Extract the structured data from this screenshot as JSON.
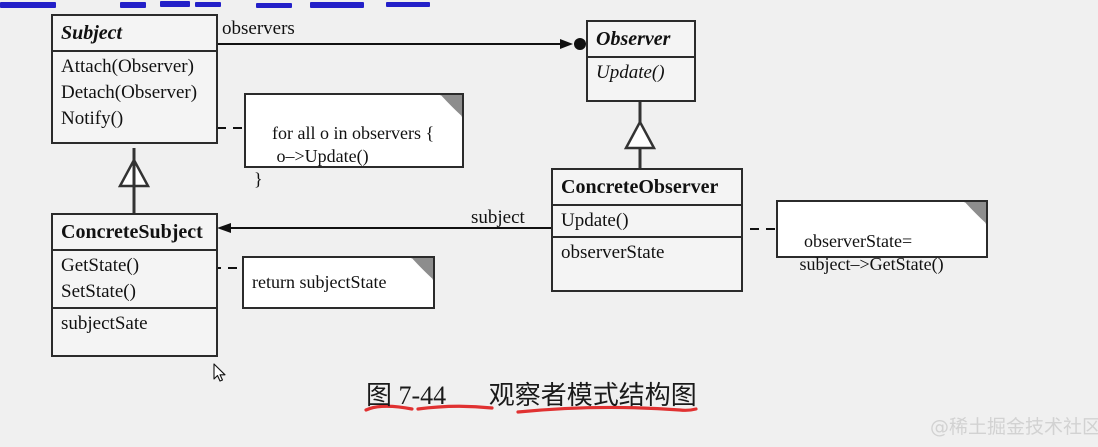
{
  "diagram": {
    "caption_number": "图 7-44",
    "caption_text": "观察者模式结构图",
    "watermark": "@稀土掘金技术社区"
  },
  "classes": {
    "subject": {
      "name": "Subject",
      "operations": [
        "Attach(Observer)",
        "Detach(Observer)",
        "Notify()"
      ]
    },
    "observer": {
      "name": "Observer",
      "operations": [
        "Update()"
      ]
    },
    "concrete_subject": {
      "name": "ConcreteSubject",
      "operations": [
        "GetState()",
        "SetState()"
      ],
      "attributes": [
        "subjectSate"
      ]
    },
    "concrete_observer": {
      "name": "ConcreteObserver",
      "operations": [
        "Update()"
      ],
      "attributes": [
        "observerState"
      ]
    }
  },
  "notes": {
    "notify_note": "for all o in observers {\n     o–>Update()\n}",
    "getstate_note": "return subjectState",
    "update_note": "observerState=\n   subject–>GetState()"
  },
  "edge_labels": {
    "observers": "observers",
    "subject": "subject"
  },
  "colors": {
    "background": "#f0f0f0",
    "box_border": "#2b2b2b",
    "box_fill": "#f4f4f4",
    "note_fill": "#ffffff",
    "fold_fill": "#8d8d8d",
    "caption_underline": "#e03131",
    "highlight_blue": "#2320c8",
    "watermark": "#d2d2d2"
  }
}
